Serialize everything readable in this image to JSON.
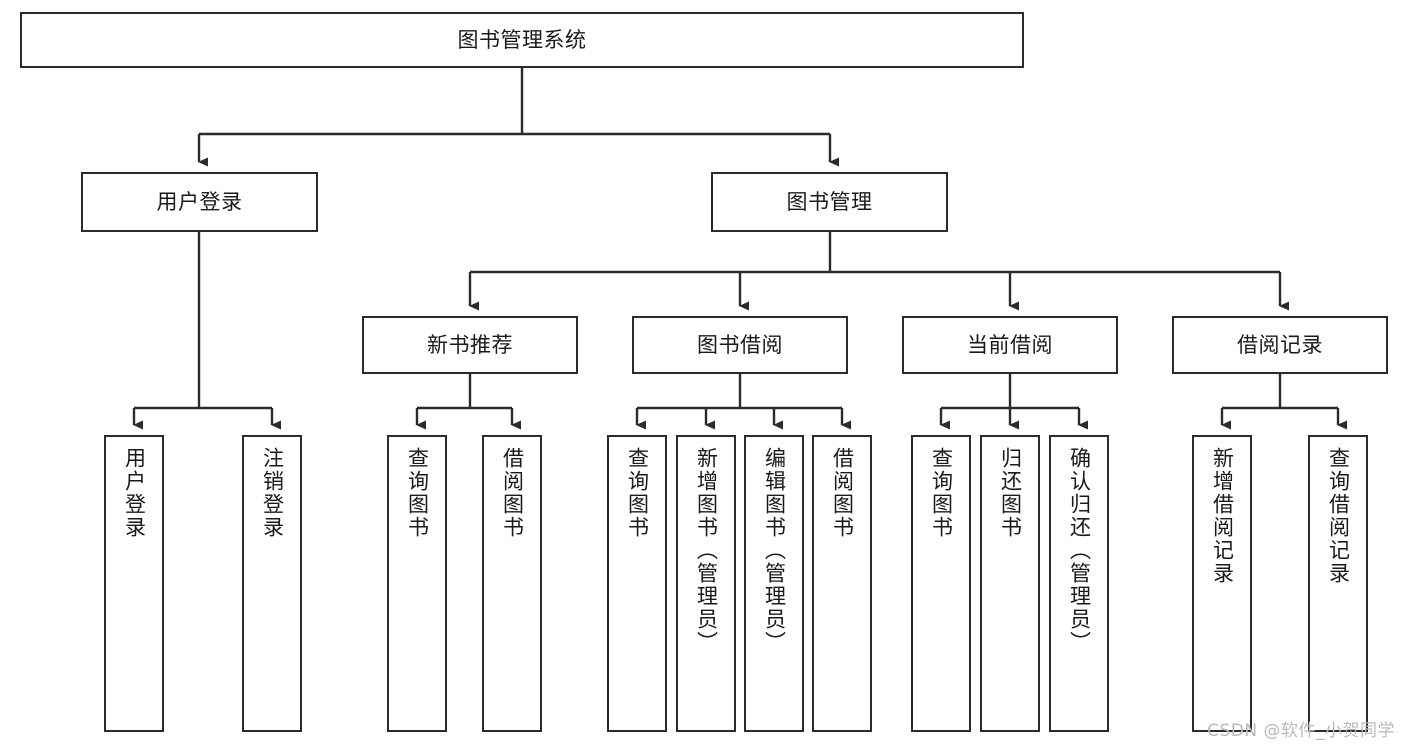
{
  "diagram": {
    "type": "tree-hierarchy-chart",
    "title_text": "图书管理系统",
    "watermark": "CSDN @软件_小贺同学",
    "colors": {
      "stroke": "#2b2b2b",
      "fill": "#ffffff",
      "text": "#1a1a1a",
      "watermark": "#b9b9b9"
    },
    "nodes": {
      "root": {
        "label": "图书管理系统"
      },
      "level2": [
        {
          "id": "user-login",
          "label": "用户登录"
        },
        {
          "id": "book-management",
          "label": "图书管理"
        }
      ],
      "level3": [
        {
          "id": "new-book-recommend",
          "label": "新书推荐"
        },
        {
          "id": "book-borrow",
          "label": "图书借阅"
        },
        {
          "id": "current-borrow",
          "label": "当前借阅"
        },
        {
          "id": "borrow-record",
          "label": "借阅记录"
        }
      ],
      "leaves": {
        "user_login": [
          {
            "id": "leaf-user-login",
            "label": "用户登录"
          },
          {
            "id": "leaf-logout-login",
            "label": "注销登录"
          }
        ],
        "new_book_recommend": [
          {
            "id": "leaf-query-book-1",
            "label": "查询图书"
          },
          {
            "id": "leaf-borrow-book-1",
            "label": "借阅图书"
          }
        ],
        "book_borrow": [
          {
            "id": "leaf-query-book-2",
            "label": "查询图书"
          },
          {
            "id": "leaf-add-book-admin",
            "label": "新增图书（管理员）"
          },
          {
            "id": "leaf-edit-book-admin",
            "label": "编辑图书（管理员）"
          },
          {
            "id": "leaf-borrow-book-2",
            "label": "借阅图书"
          }
        ],
        "current_borrow": [
          {
            "id": "leaf-query-book-3",
            "label": "查询图书"
          },
          {
            "id": "leaf-return-book",
            "label": "归还图书"
          },
          {
            "id": "leaf-confirm-return-admin",
            "label": "确认归还（管理员）"
          }
        ],
        "borrow_record": [
          {
            "id": "leaf-add-borrow-record",
            "label": "新增借阅记录"
          },
          {
            "id": "leaf-query-borrow-record",
            "label": "查询借阅记录"
          }
        ]
      }
    }
  }
}
